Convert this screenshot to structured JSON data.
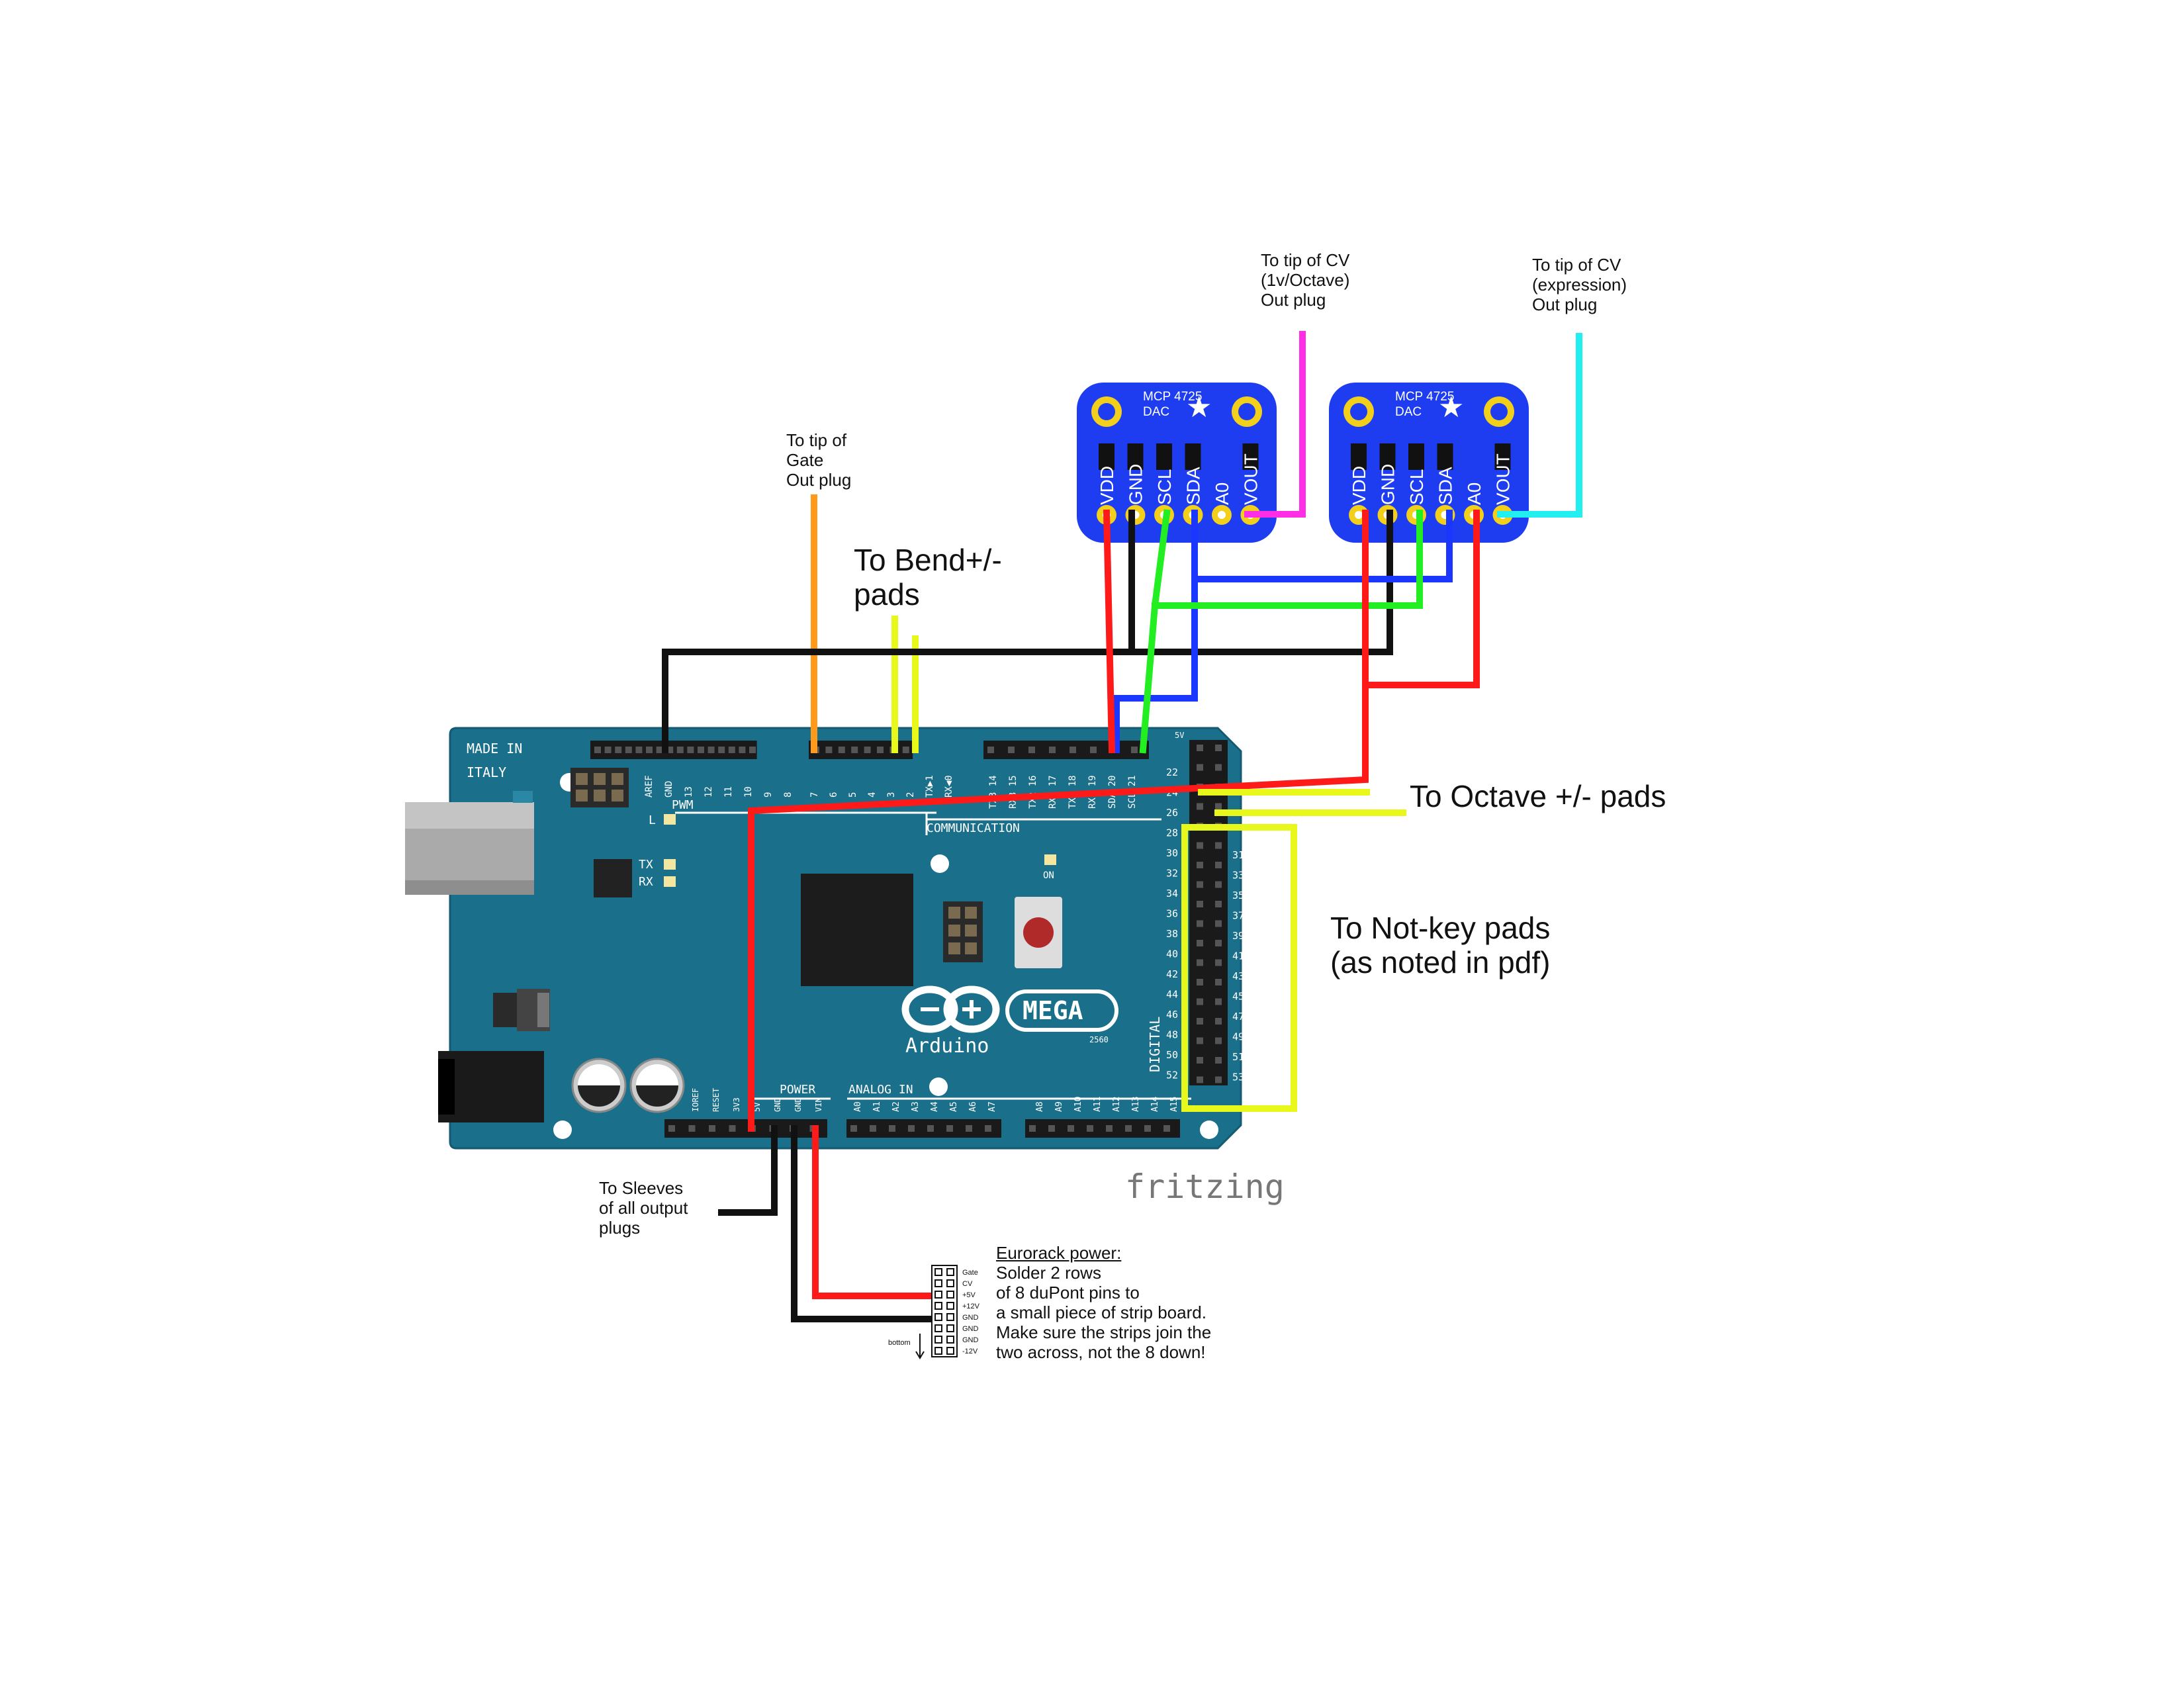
{
  "board": {
    "made_in": "MADE IN",
    "country": "ITALY",
    "brand": "Arduino",
    "model": "MEGA",
    "model_number": "2560",
    "header_labels": {
      "pwm": "PWM",
      "communication": "COMMUNICATION",
      "power": "POWER",
      "analog_in": "ANALOG IN",
      "digital": "DIGITAL",
      "on": "ON",
      "l": "L",
      "tx": "TX",
      "rx": "RX",
      "five_v": "5V"
    },
    "top_pins_left": [
      "AREF",
      "GND",
      "13",
      "12",
      "11",
      "10",
      "9",
      "8"
    ],
    "top_pins_pwm": [
      "7",
      "6",
      "5",
      "4",
      "3",
      "2",
      "TX▶1",
      "RX◀0"
    ],
    "top_pins_comm": [
      "TX3 14",
      "RX3 15",
      "TX2 16",
      "RX2 17",
      "TX1 18",
      "RX1 19",
      "SDA 20",
      "SCL 21"
    ],
    "power_pins": [
      "IOREF",
      "RESET",
      "3V3",
      "5V",
      "GND",
      "GND",
      "VIN"
    ],
    "analog_pins": [
      "A0",
      "A1",
      "A2",
      "A3",
      "A4",
      "A5",
      "A6",
      "A7",
      "A8",
      "A9",
      "A10",
      "A11",
      "A12",
      "A13",
      "A14",
      "A15"
    ],
    "digital_left": [
      "22",
      "24",
      "26",
      "28",
      "30",
      "32",
      "34",
      "36",
      "38",
      "40",
      "42",
      "44",
      "46",
      "48",
      "50",
      "52"
    ],
    "digital_right": [
      "31",
      "33",
      "35",
      "37",
      "39",
      "41",
      "43",
      "45",
      "47",
      "49",
      "51",
      "53"
    ]
  },
  "dacs": [
    {
      "title_line1": "MCP 4725",
      "title_line2": "DAC",
      "pins": [
        "VDD",
        "GND",
        "SCL",
        "SDA",
        "A0",
        "VOUT"
      ]
    },
    {
      "title_line1": "MCP 4725",
      "title_line2": "DAC",
      "pins": [
        "VDD",
        "GND",
        "SCL",
        "SDA",
        "A0",
        "VOUT"
      ]
    }
  ],
  "eurorack_header": {
    "labels": [
      "Gate",
      "CV",
      "+5V",
      "+12V",
      "GND",
      "GND",
      "GND",
      "-12V"
    ],
    "bottom": "bottom"
  },
  "annotations": {
    "cv1": "To tip of CV\n(1v/Octave)\nOut plug",
    "cv2": "To tip of CV\n(expression)\nOut plug",
    "gate": "To tip of\nGate\nOut plug",
    "bend": "To Bend+/-\npads",
    "octave": "To Octave +/- pads",
    "notkey": "To Not-key pads\n(as noted in pdf)",
    "sleeves": "To Sleeves\nof all output\nplugs",
    "eurorack_title": "Eurorack power:",
    "eurorack_body": "Solder 2 rows\nof 8 duPont pins to\na small piece of strip board.\nMake sure the strips join the\ntwo across, not the 8 down!"
  },
  "watermark": "fritzing",
  "colors": {
    "board": "#1a6f8a",
    "board_edge": "#135a72",
    "dac": "#1e3df0",
    "pad": "#f2cf1a",
    "wire_black": "#111111",
    "wire_red": "#ff1a1a",
    "wire_blue": "#1a36ff",
    "wire_green": "#22ee22",
    "wire_orange": "#ff9a1a",
    "wire_yellow": "#e8f81a",
    "wire_magenta": "#ff2ee6",
    "wire_cyan": "#22f0f0"
  }
}
